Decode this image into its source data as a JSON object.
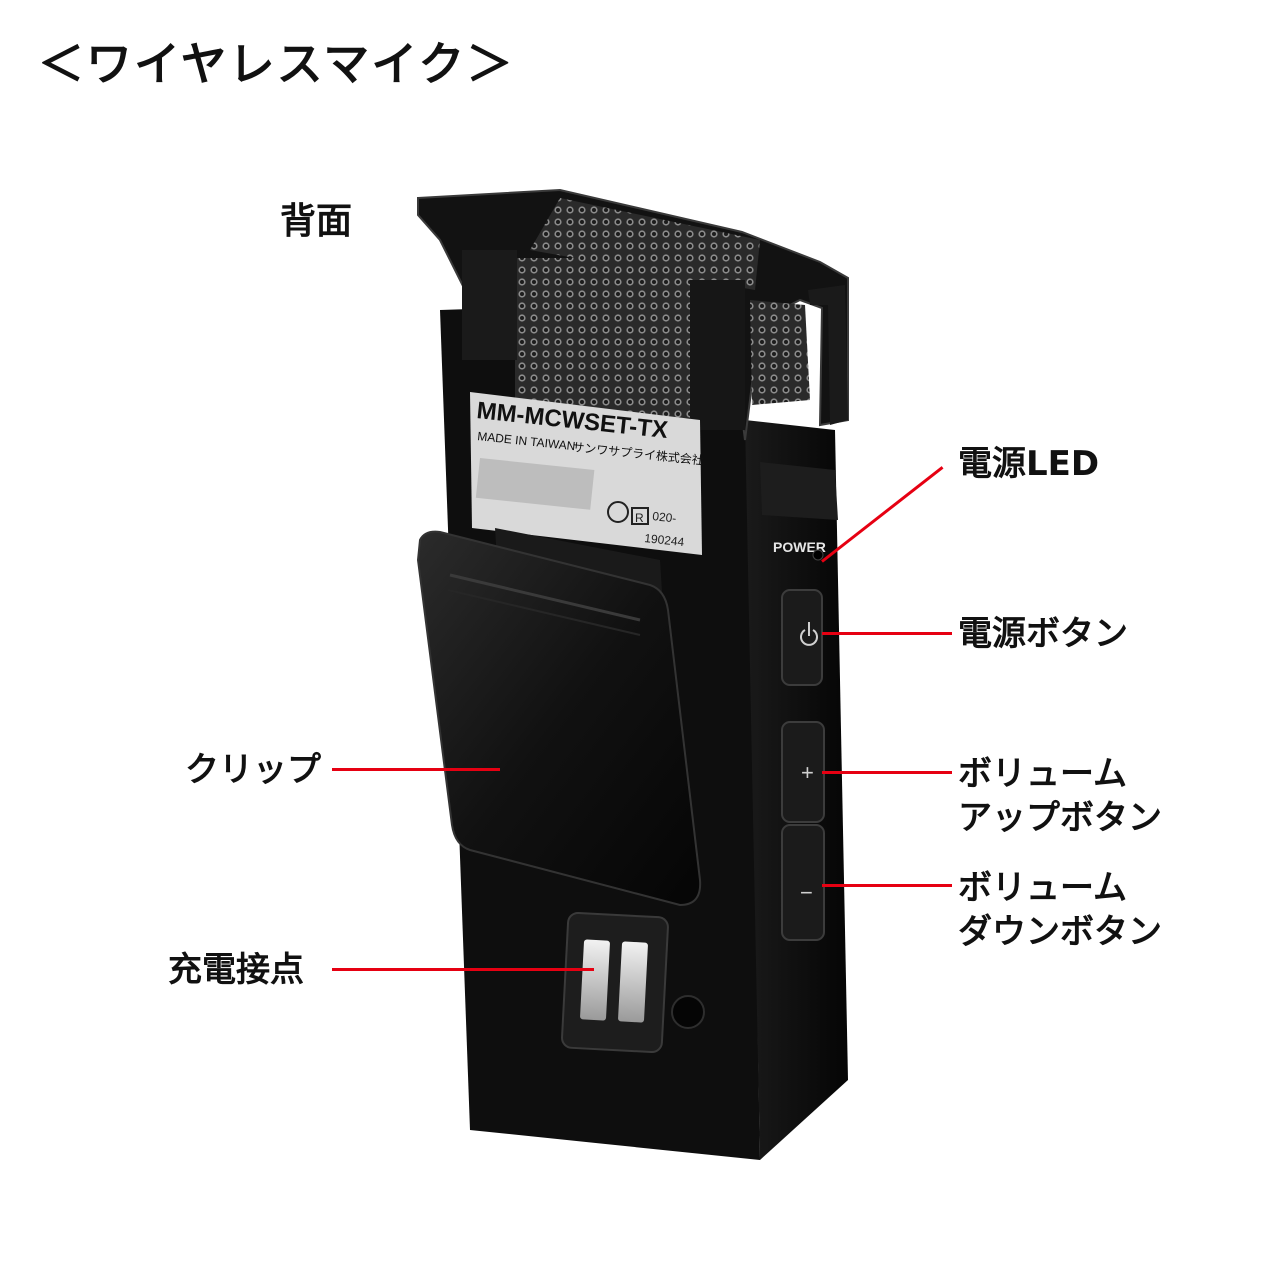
{
  "page": {
    "title": "＜ワイヤレスマイク＞",
    "view_label": "背面"
  },
  "device_label": {
    "model": "MM-MCWSET-TX",
    "origin": "MADE IN TAIWAN",
    "maker": "サンワサプライ株式会社",
    "cert_code_line1": "020-",
    "cert_code_line2": "190244",
    "cert_mark": "R"
  },
  "device_markings": {
    "power": "POWER",
    "plus": "+",
    "minus": "−"
  },
  "callouts": {
    "power_led": "電源LED",
    "power_button": "電源ボタン",
    "volume_up_line1": "ボリューム",
    "volume_up_line2": "アップボタン",
    "volume_down_line1": "ボリューム",
    "volume_down_line2": "ダウンボタン",
    "clip": "クリップ",
    "charging_contacts": "充電接点"
  },
  "colors": {
    "leader_line": "#e60012",
    "device_body": "#111111",
    "label_sticker": "#d9d9d9"
  }
}
